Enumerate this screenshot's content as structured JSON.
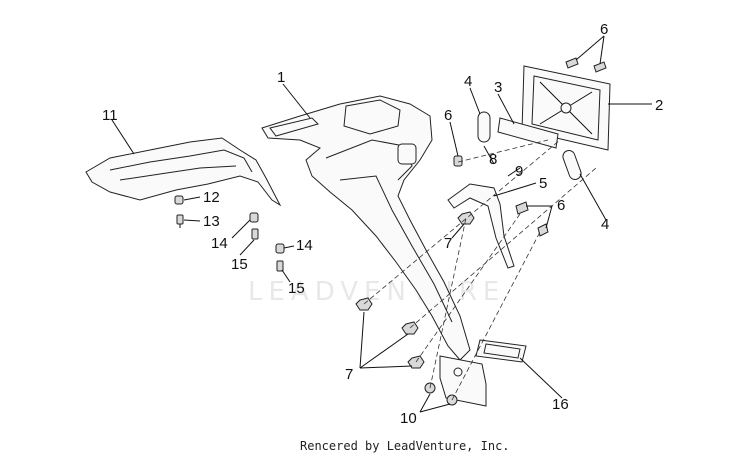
{
  "callouts": {
    "c1": "1",
    "c2": "2",
    "c3": "3",
    "c4a": "4",
    "c4b": "4",
    "c5": "5",
    "c6a": "6",
    "c6b": "6",
    "c6c": "6",
    "c7a": "7",
    "c7b": "7",
    "c8": "8",
    "c9": "9",
    "c10": "10",
    "c11": "11",
    "c12": "12",
    "c13": "13",
    "c14a": "14",
    "c14b": "14",
    "c15a": "15",
    "c15b": "15",
    "c16": "16"
  },
  "watermark": "LEADVENTURE",
  "footer": "Rencered by LeadVenture, Inc."
}
